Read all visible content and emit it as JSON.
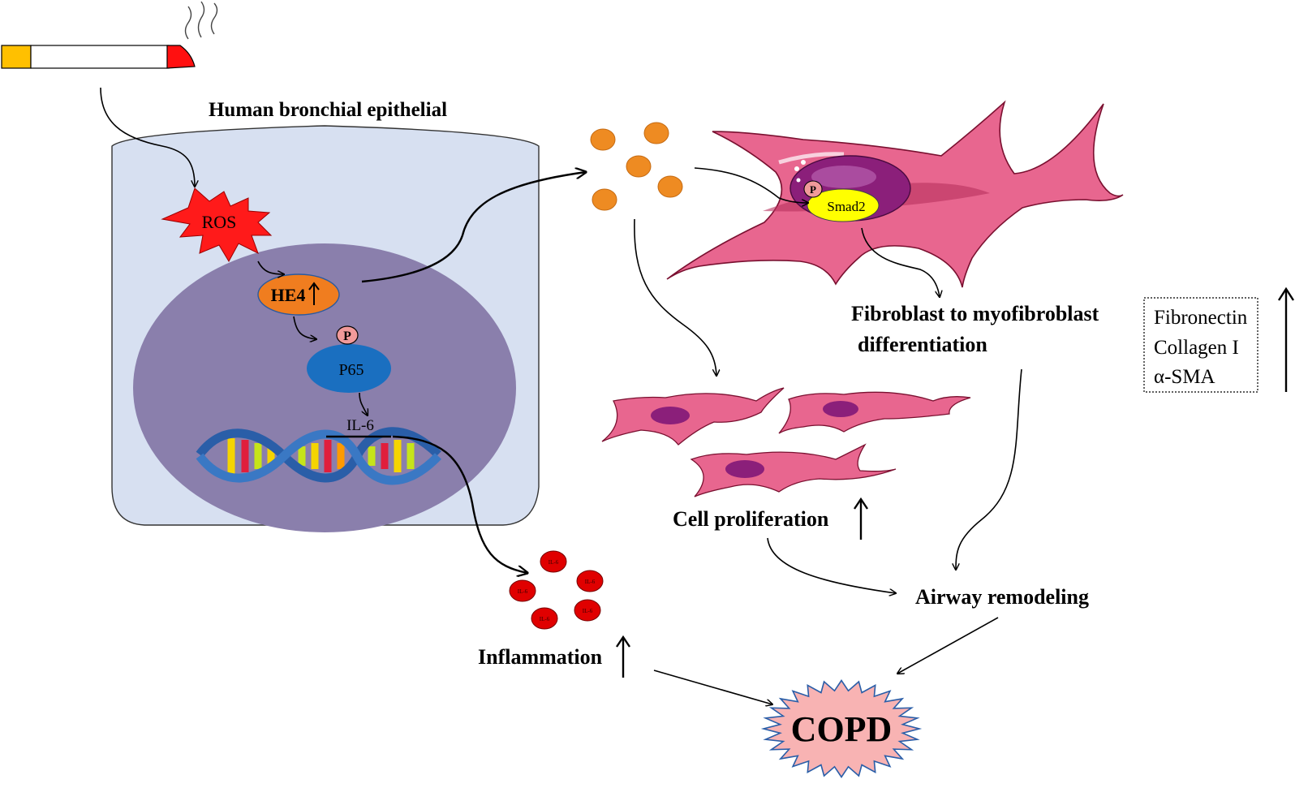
{
  "labels": {
    "cell_title": "Human bronchial epithelial",
    "ros": "ROS",
    "he4": "HE4",
    "phospho": "P",
    "p65": "P65",
    "il6_gene": "IL-6",
    "smad2": "Smad2",
    "fibro_line1": "Fibroblast to myofibroblast",
    "fibro_line2": "differentiation",
    "markers": [
      "Fibronectin",
      "Collagen I",
      "α-SMA"
    ],
    "cell_prolif": "Cell proliferation",
    "airway": "Airway remodeling",
    "inflammation": "Inflammation",
    "copd": "COPD",
    "il6_small": "IL-6"
  },
  "colors": {
    "cell_fill": "#d7e0f1",
    "nucleus_fill": "#8a7fac",
    "ros_fill": "#ff1a1a",
    "he4_fill": "#f07d1f",
    "p65_fill": "#1a6fc0",
    "p_fill": "#f19a9a",
    "secreted_dot": "#ee8b22",
    "il6_dot": "#e00000",
    "fibroblast": "#e8668f",
    "fibro_nucleus": "#8b1f7a",
    "smad2_fill": "#ffff00",
    "copd_fill": "#f8b3b3"
  }
}
